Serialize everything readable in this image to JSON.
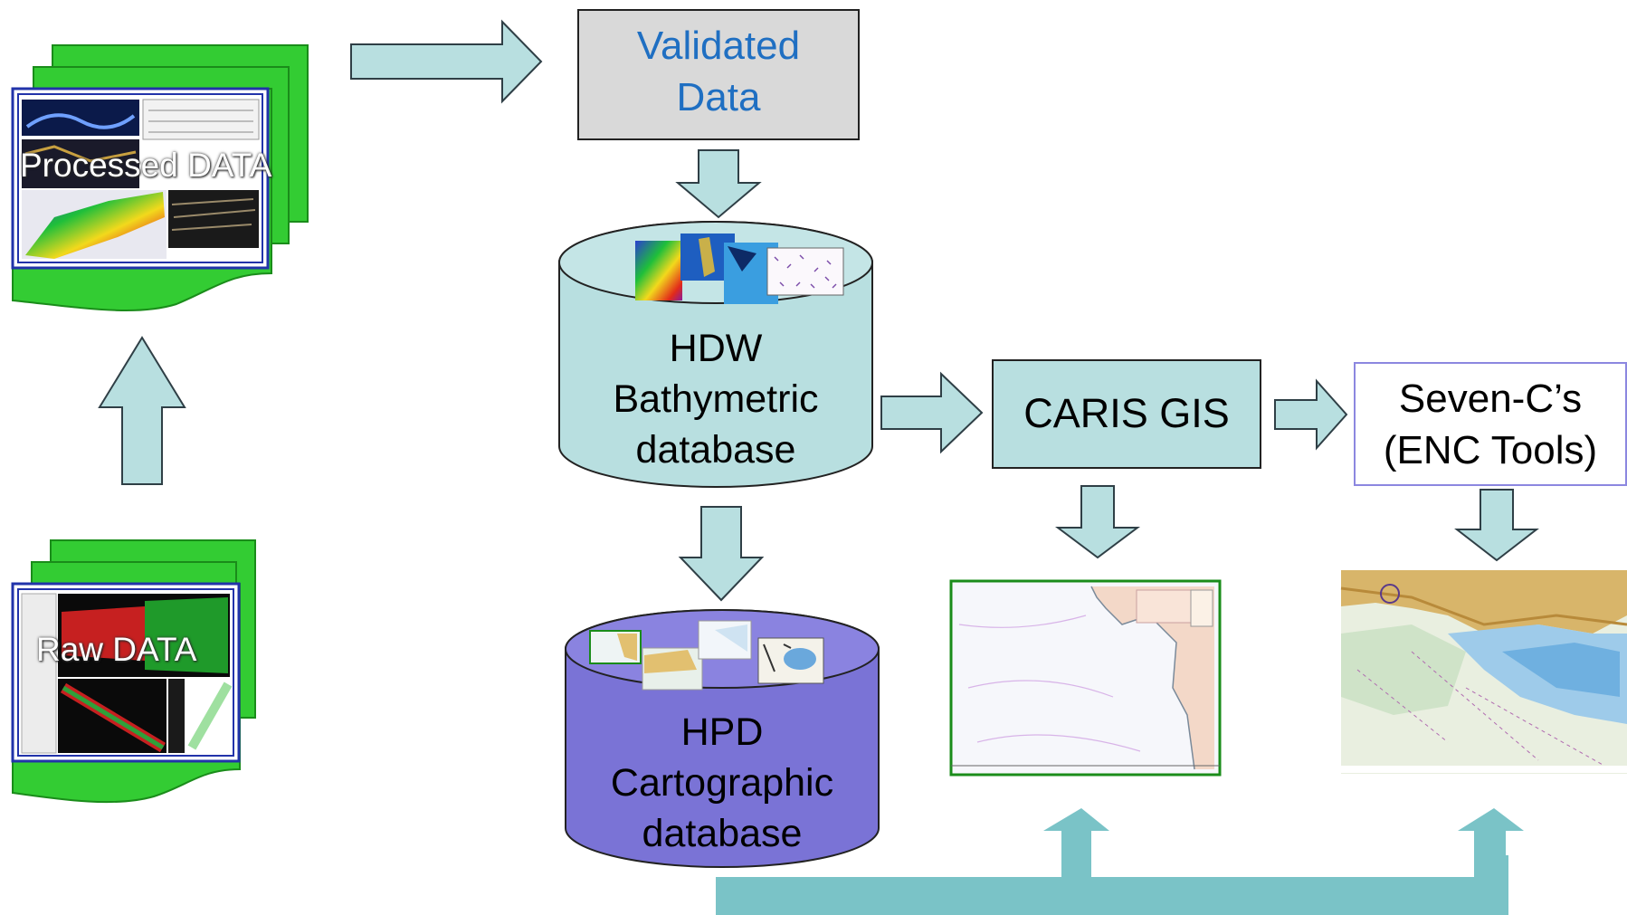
{
  "colors": {
    "arrow_fill": "#b8dfe0",
    "arrow_stroke": "#2f3f46",
    "connector": "#7ac3c7",
    "validated_box": "#d9d9d9",
    "validated_text": "#1f6fc2",
    "hdw_db": "#b8dfe0",
    "hpd_db": "#7a73d6",
    "caris_box": "#b8dfe0",
    "sevenc_border": "#8c87e0",
    "stack_green": "#33cc33",
    "stack_edge": "#1a8c1a"
  },
  "nodes": {
    "processed_data": {
      "overlay": "Processed DATA"
    },
    "raw_data": {
      "overlay": "Raw DATA"
    },
    "validated_data": {
      "line1": "Validated",
      "line2": "Data"
    },
    "hdw_db": {
      "line1": "HDW",
      "line2": "Bathymetric",
      "line3": "database"
    },
    "hpd_db": {
      "line1": "HPD",
      "line2": "Cartographic",
      "line3": "database"
    },
    "caris_gis": {
      "label": "CARIS GIS"
    },
    "seven_cs": {
      "line1": "Seven-C’s",
      "line2": "(ENC Tools)"
    }
  },
  "images": {
    "paper_chart": "paper-chart-image",
    "enc_chart": "enc-chart-image"
  }
}
